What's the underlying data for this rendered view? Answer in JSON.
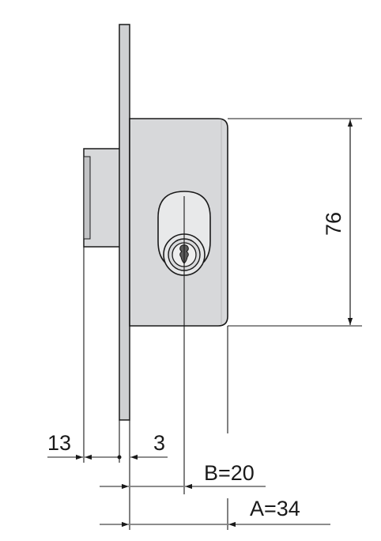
{
  "drawing": {
    "dimensions": {
      "height_label": "76",
      "left_offset_label": "13",
      "plate_thickness_label": "3",
      "backset_b_label": "B=20",
      "backset_a_label": "A=34"
    },
    "colors": {
      "line": "#1a1a1a",
      "body_fill": "#d7d8da",
      "plate_fill": "#cfd0d2",
      "cylinder_fill": "#e6e7e8",
      "background": "#ffffff"
    }
  }
}
